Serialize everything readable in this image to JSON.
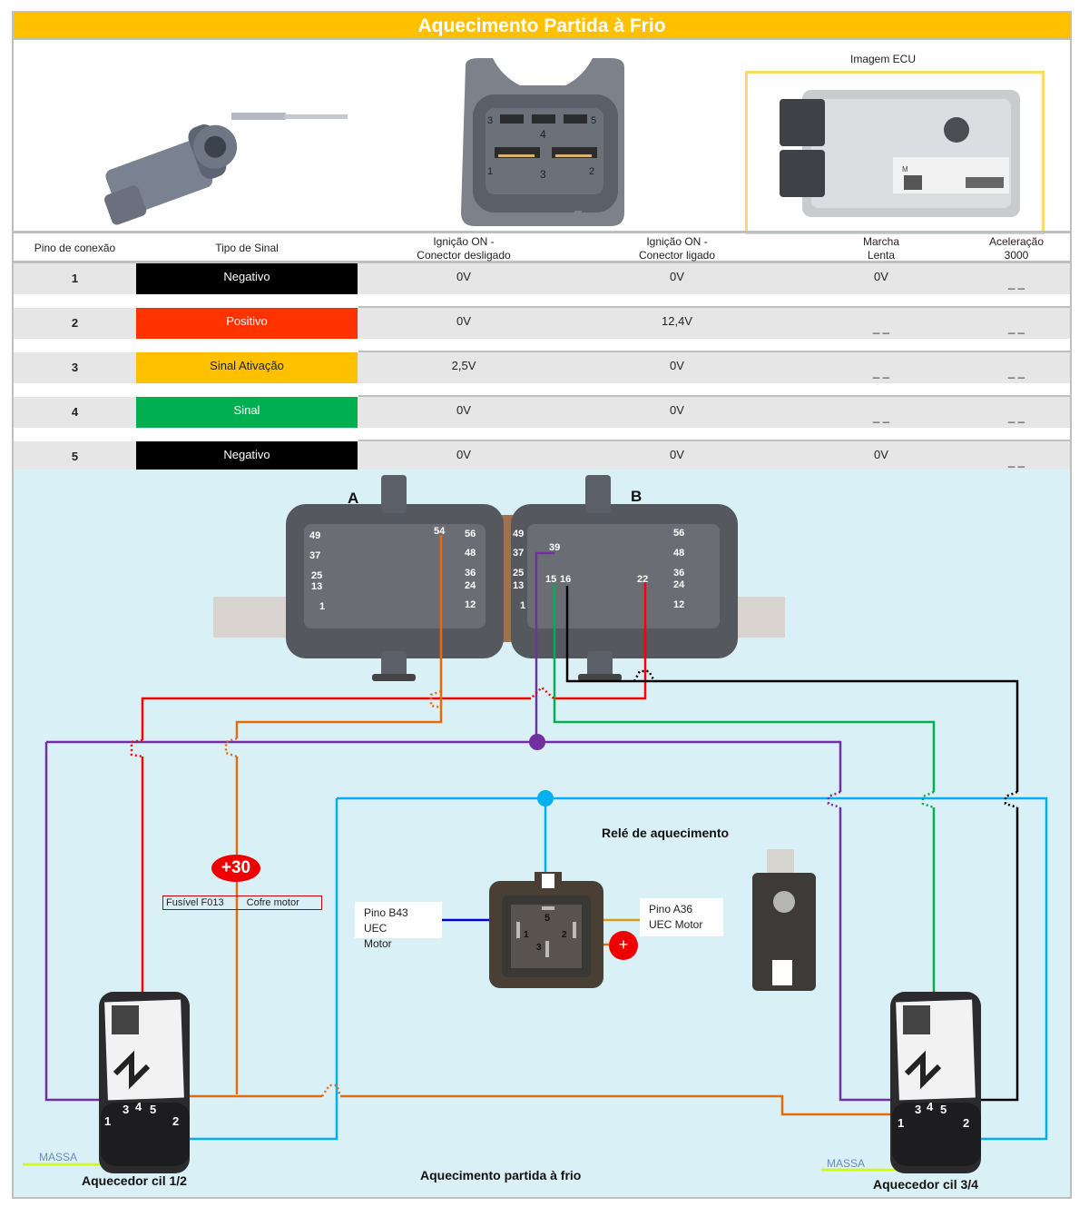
{
  "title": "Aquecimento Partida à Frio",
  "images": {
    "ecu_caption": "Imagem ECU",
    "connector_pins": [
      "3",
      "4",
      "5",
      "1",
      "3",
      "2"
    ]
  },
  "table": {
    "headers": [
      "Pino de conexão",
      "Tipo de Sinal",
      "Ignição ON -\nConector desligado",
      "Ignição ON -\nConector ligado",
      "Marcha\nLenta",
      "Aceleração\n3000"
    ],
    "header_lines": {
      "h3a": "Ignição ON -",
      "h3b": "Conector desligado",
      "h4a": "Ignição ON -",
      "h4b": "Conector ligado",
      "h5a": "Marcha",
      "h5b": "Lenta",
      "h6a": "Aceleração",
      "h6b": "3000"
    },
    "rows": [
      {
        "pin": "1",
        "signal": "Negativo",
        "color": "#000000",
        "text_color": "#ffffff",
        "ign_off": "0V",
        "ign_on": "0V",
        "idle": "0V",
        "accel": "_ _"
      },
      {
        "pin": "2",
        "signal": "Positivo",
        "color": "#ff3300",
        "text_color": "#ffffff",
        "ign_off": "0V",
        "ign_on": "12,4V",
        "idle": "_ _",
        "accel": "_ _"
      },
      {
        "pin": "3",
        "signal": "Sinal Ativação",
        "color": "#ffc000",
        "text_color": "#222222",
        "ign_off": "2,5V",
        "ign_on": "0V",
        "idle": "_ _",
        "accel": "_ _"
      },
      {
        "pin": "4",
        "signal": "Sinal",
        "color": "#00b050",
        "text_color": "#ffffff",
        "ign_off": "0V",
        "ign_on": "0V",
        "idle": "_ _",
        "accel": "_ _"
      },
      {
        "pin": "5",
        "signal": "Negativo",
        "color": "#000000",
        "text_color": "#ffffff",
        "ign_off": "0V",
        "ign_on": "0V",
        "idle": "0V",
        "accel": "_ _"
      }
    ]
  },
  "diagram": {
    "connector_a": "A",
    "connector_b": "B",
    "pins_a": {
      "p49": "49",
      "p37": "37",
      "p25": "25",
      "p13": "13",
      "p1": "1",
      "p54": "54",
      "p56": "56",
      "p48": "48",
      "p36": "36",
      "p24": "24",
      "p12": "12"
    },
    "pins_b": {
      "p49": "49",
      "p37": "37",
      "p25": "25",
      "p13": "13",
      "p1": "1",
      "p39": "39",
      "p15": "15",
      "p16": "16",
      "p22": "22",
      "p56": "56",
      "p48": "48",
      "p36": "36",
      "p24": "24",
      "p12": "12"
    },
    "relay_title": "Relé de aquecimento",
    "relay_pins": {
      "p5": "5",
      "p1": "1",
      "p2": "2",
      "p3": "3"
    },
    "note_b43_line1": "Pino B43 UEC",
    "note_b43_line2": "Motor",
    "note_a36_line1": "Pino A36",
    "note_a36_line2": "UEC Motor",
    "plus30": "+30",
    "plus": "+",
    "fuse": "Fusível F013",
    "fuse_location": "Cofre motor",
    "heater_left_label": "Aquecedor cil 1/2",
    "heater_right_label": "Aquecedor cil 3/4",
    "heater_pins": {
      "p1": "1",
      "p2": "2",
      "p3": "3",
      "p4": "4",
      "p5": "5"
    },
    "massa": "MASSA",
    "bottom_caption": "Aquecimento partida à frio",
    "wire_colors": {
      "red": "#ff0000",
      "orange": "#e36c0a",
      "purple": "#7030a0",
      "green": "#00b050",
      "black": "#000000",
      "cyan": "#00b0f0",
      "lime": "#ccff00",
      "blue": "#0000cc",
      "gold": "#d4a017",
      "brown": "#8b4513"
    }
  }
}
